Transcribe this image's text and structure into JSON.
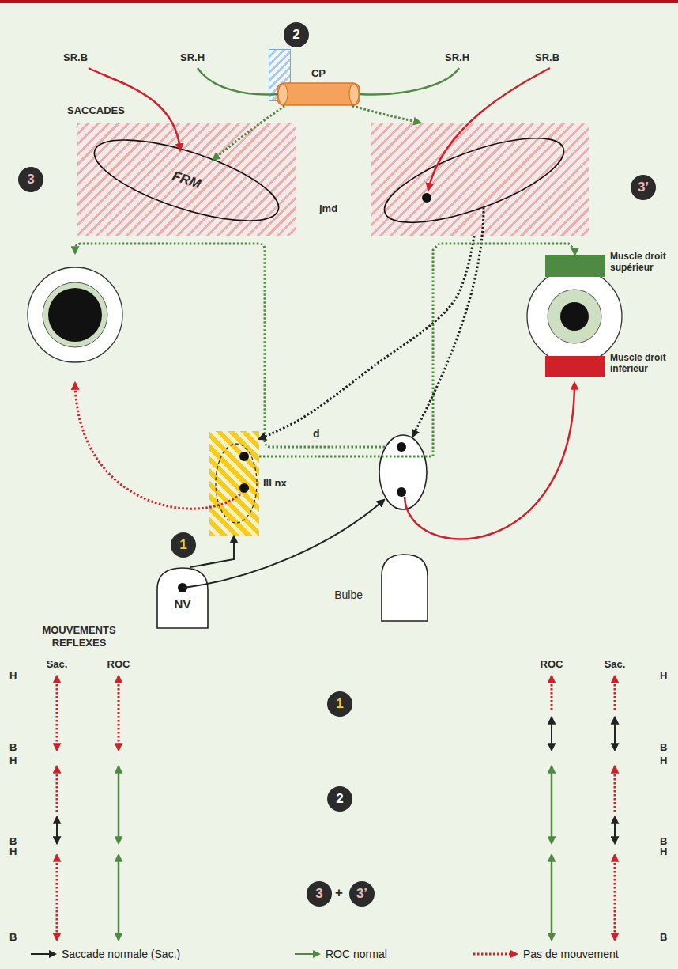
{
  "diagram": {
    "nodes": [
      {
        "text": [
          "2"
        ]
      },
      {
        "text": [
          "CP"
        ]
      },
      {
        "text": [
          "3"
        ]
      },
      {
        "text": [
          "FRM"
        ],
        "in": 2
      },
      {
        "text": [
          "3’"
        ]
      },
      {
        "text": [
          "1",
          "III nx"
        ]
      },
      {
        "text": [
          "Muscle droit supérieur"
        ]
      },
      {
        "text": [
          "Muscle droit inférieur"
        ]
      },
      {
        "text": [
          "NV"
        ]
      },
      {
        "text": [
          "Bulbe"
        ]
      }
    ],
    "edges": [
      {
        "from": 1,
        "to": 3,
        "arrow": "to"
      },
      {
        "from": 1,
        "to": 4,
        "arrow": "to"
      },
      {
        "from": 4,
        "to": 5,
        "arrow": "to"
      },
      {
        "from": 8,
        "to": 5,
        "arrow": "to"
      },
      {
        "from": 5,
        "to": 6,
        "arrow": "to"
      }
    ],
    "labels": [
      "SR.B",
      "SR.H",
      "SR.H",
      "SR.B",
      "SACCADES",
      "jmd",
      "d",
      "MOUVEMENTS REFLEXES",
      "Sac.",
      "ROC",
      "ROC",
      "Sac.",
      "H",
      "B",
      "H",
      "B",
      "H",
      "B",
      "H",
      "B",
      "H",
      "B",
      "H",
      "B",
      "1",
      "2",
      "3",
      "+",
      "3’"
    ],
    "legend": [
      {
        "text": "Saccade normale (Sac.)"
      },
      {
        "text": "ROC normal"
      },
      {
        "text": "Pas de mouvement"
      }
    ]
  }
}
